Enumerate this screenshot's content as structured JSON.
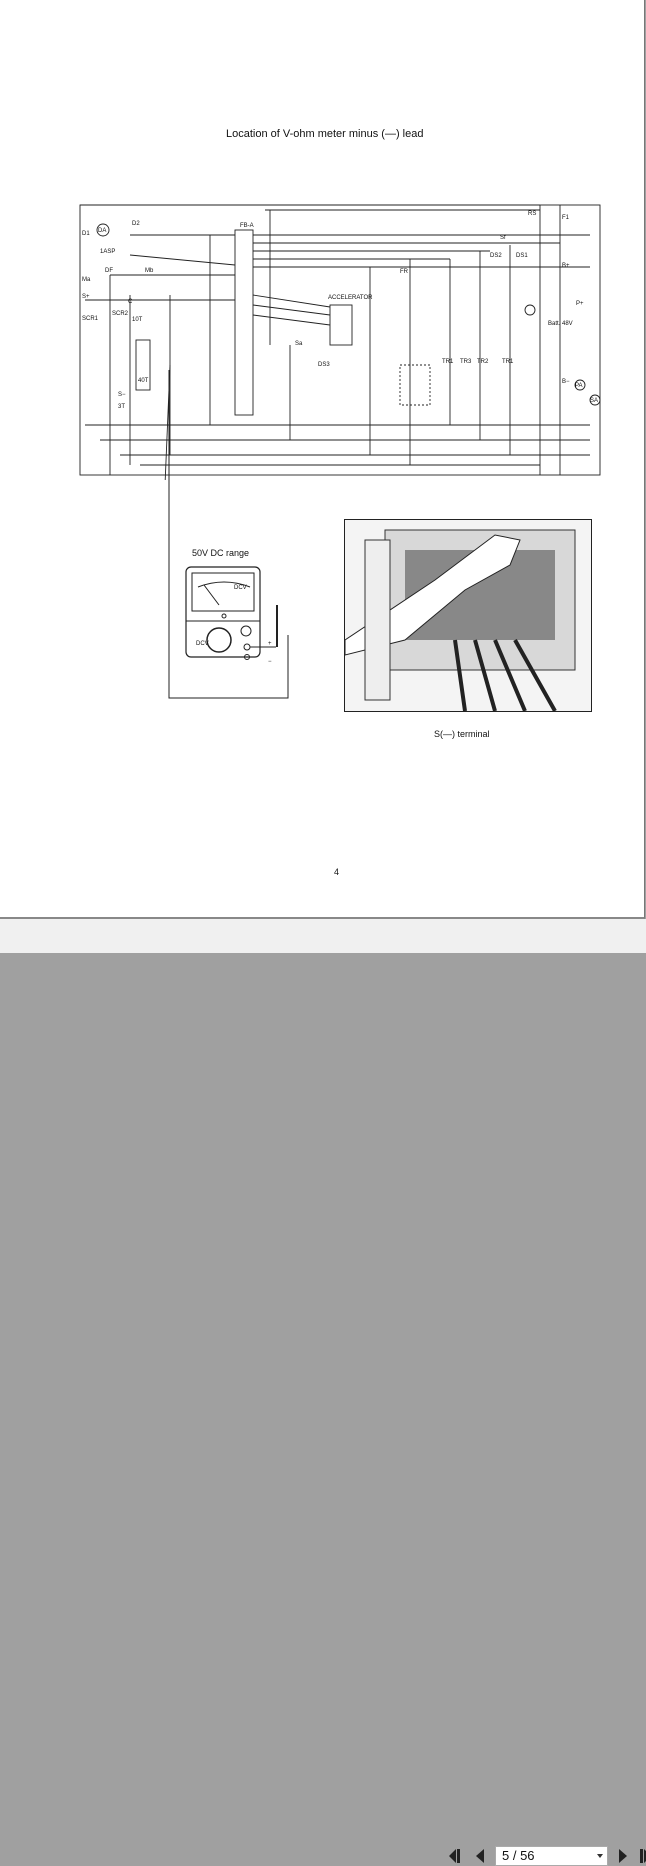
{
  "document": {
    "title": "Location of V-ohm meter minus (—) lead",
    "meter_caption": "50V DC range",
    "meter_scale_label": "DCV",
    "meter_selector_label": "DCV",
    "meter_plus": "+",
    "meter_minus": "−",
    "photo_caption": "S(—) terminal",
    "page_number": "4",
    "diagram_labels": {
      "fb": "FB-A",
      "accelerator": "ACCELERATOR",
      "da": "DA",
      "d1": "D1",
      "d2": "D2",
      "asp": "1ASP",
      "df": "DF",
      "scr1": "SCR1",
      "scr2": "SCR2",
      "t10": "10T",
      "t40": "40T",
      "t3": "3T",
      "s_minus": "S−",
      "ds3": "DS3",
      "ds2": "DS2",
      "ds1": "DS1",
      "tr1": "TR1",
      "tr2": "TR2",
      "tr3": "TR3",
      "tr4": "TR1",
      "rs": "RS",
      "f1": "F1",
      "bplus": "B+",
      "bminus": "B−",
      "batt": "Batt. 48V",
      "pplus": "P+",
      "pa": "PA",
      "sa": "SA",
      "sh": "S+",
      "c": "C",
      "ma": "Ma",
      "mb": "Mb",
      "sf": "Sf",
      "fr": "FR",
      "sa_sw": "Sa"
    }
  },
  "viewer": {
    "first_page_icon": "first-page-icon",
    "prev_page_icon": "previous-page-icon",
    "page_indicator": "5 / 56",
    "next_page_icon": "next-page-icon",
    "last_page_icon": "last-page-icon"
  }
}
